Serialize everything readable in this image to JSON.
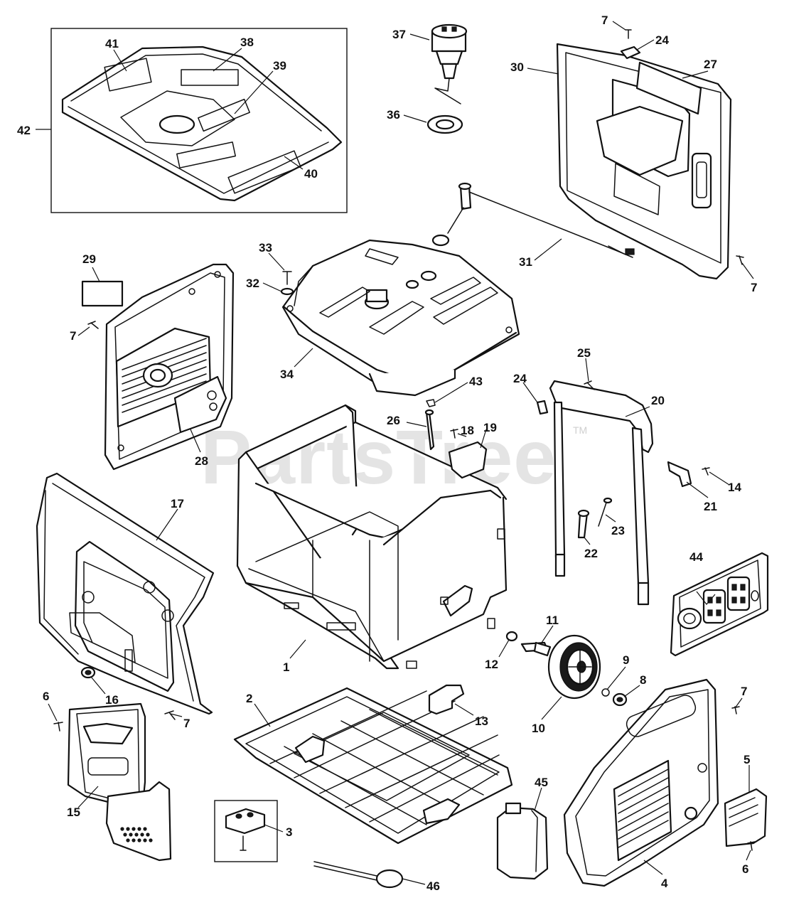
{
  "watermark": {
    "text": "PartsTree",
    "mark": "TM"
  },
  "callouts": [
    {
      "label": "41"
    },
    {
      "label": "38"
    },
    {
      "label": "39"
    },
    {
      "label": "42"
    },
    {
      "label": "40"
    },
    {
      "label": "37"
    },
    {
      "label": "36"
    },
    {
      "label": "7"
    },
    {
      "label": "24"
    },
    {
      "label": "30"
    },
    {
      "label": "27"
    },
    {
      "label": "31"
    },
    {
      "label": "7"
    },
    {
      "label": "29"
    },
    {
      "label": "33"
    },
    {
      "label": "32"
    },
    {
      "label": "7"
    },
    {
      "label": "34"
    },
    {
      "label": "28"
    },
    {
      "label": "43"
    },
    {
      "label": "26"
    },
    {
      "label": "18"
    },
    {
      "label": "19"
    },
    {
      "label": "24"
    },
    {
      "label": "25"
    },
    {
      "label": "20"
    },
    {
      "label": "21"
    },
    {
      "label": "14"
    },
    {
      "label": "23"
    },
    {
      "label": "22"
    },
    {
      "label": "17"
    },
    {
      "label": "44"
    },
    {
      "label": "1"
    },
    {
      "label": "11"
    },
    {
      "label": "12"
    },
    {
      "label": "9"
    },
    {
      "label": "8"
    },
    {
      "label": "10"
    },
    {
      "label": "16"
    },
    {
      "label": "6"
    },
    {
      "label": "7"
    },
    {
      "label": "2"
    },
    {
      "label": "13"
    },
    {
      "label": "7"
    },
    {
      "label": "5"
    },
    {
      "label": "15"
    },
    {
      "label": "3"
    },
    {
      "label": "45"
    },
    {
      "label": "6"
    },
    {
      "label": "4"
    },
    {
      "label": "46"
    }
  ]
}
